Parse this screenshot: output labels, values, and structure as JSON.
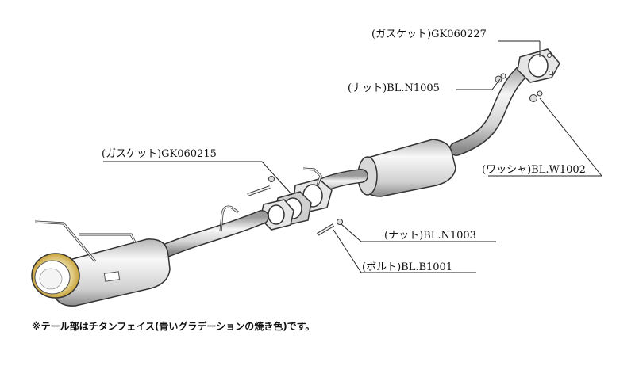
{
  "labels": {
    "gasket_upper": "(ガスケット)GK060227",
    "nut_upper": "(ナット)BL.N1005",
    "washer": "(ワッシャ)BL.W1002",
    "gasket_mid": "(ガスケット)GK060215",
    "nut_lower": "(ナット)BL.N1003",
    "bolt": "(ボルト)BL.B1001"
  },
  "note": "※テール部はチタンフェイス(青いグラデーションの焼き色)です。",
  "colors": {
    "pipe_light": "#f2f2f2",
    "pipe_mid": "#cfcfcf",
    "pipe_dark": "#8a8a8a",
    "outline": "#333333",
    "tip_gold": "#d9b54a"
  }
}
